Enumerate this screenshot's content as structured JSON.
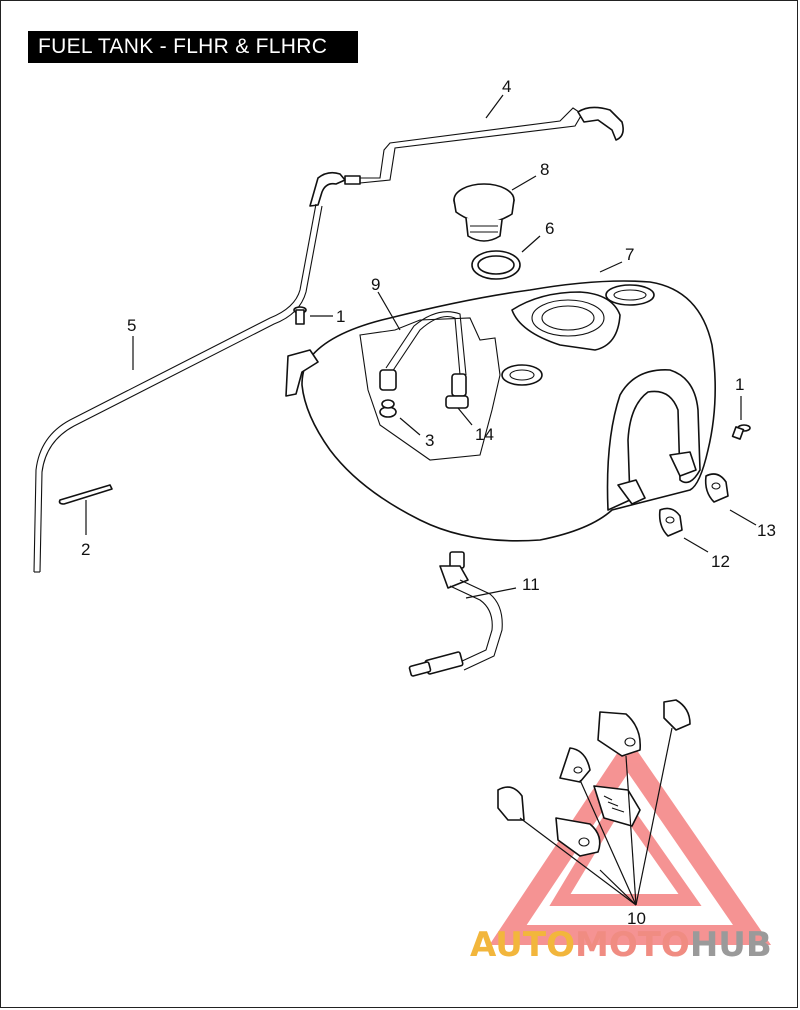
{
  "title": "FUEL TANK - FLHR & FLHRC",
  "callouts": {
    "c1a": "1",
    "c1b": "1",
    "c2": "2",
    "c3": "3",
    "c4": "4",
    "c5": "5",
    "c6": "6",
    "c7": "7",
    "c8": "8",
    "c9": "9",
    "c10": "10",
    "c11": "11",
    "c12": "12",
    "c13": "13",
    "c14": "14"
  },
  "watermark": {
    "part1": "AUTO",
    "part2": "MOTO",
    "part3": "HUB",
    "color1": "#f2b63c",
    "color2": "#f08c82",
    "color3": "#9a9a9a",
    "triangle_color": "#ee3b3b"
  }
}
